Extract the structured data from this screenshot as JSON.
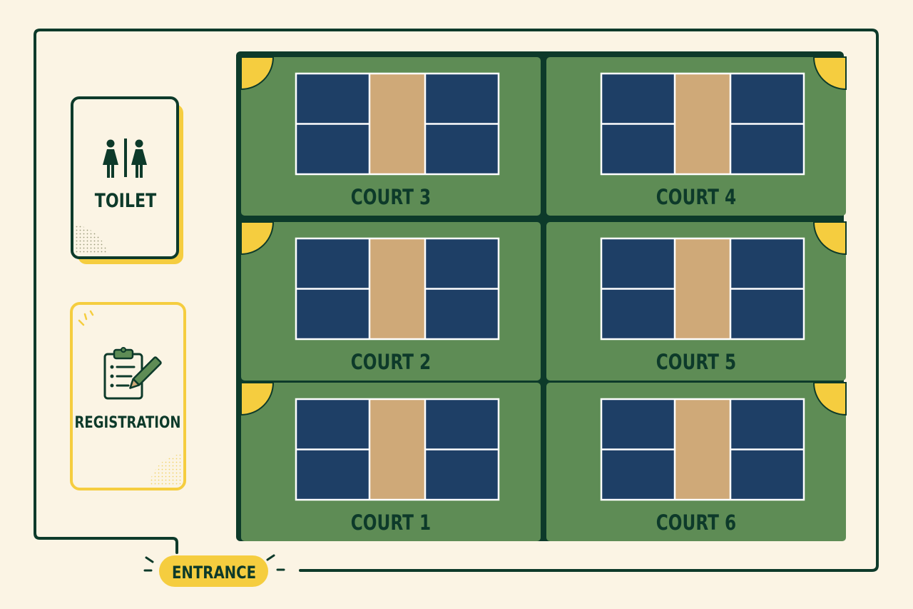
{
  "colors": {
    "background": "#fbf4e4",
    "outline": "#0d3a2a",
    "court_green": "#5e8c55",
    "court_blue": "#1e3f66",
    "kitchen_tan": "#cfa978",
    "accent_yellow": "#f5cd3f"
  },
  "courts": [
    {
      "id": "court-3",
      "label": "COURT 3"
    },
    {
      "id": "court-4",
      "label": "COURT 4"
    },
    {
      "id": "court-2",
      "label": "COURT 2"
    },
    {
      "id": "court-5",
      "label": "COURT 5"
    },
    {
      "id": "court-1",
      "label": "COURT 1"
    },
    {
      "id": "court-6",
      "label": "COURT 6"
    }
  ],
  "facilities": {
    "toilet": {
      "label": "TOILET",
      "icon": "restroom-icon"
    },
    "registration": {
      "label": "REGISTRATION",
      "icon": "clipboard-pencil-icon"
    }
  },
  "entrance": {
    "label": "ENTRANCE"
  }
}
